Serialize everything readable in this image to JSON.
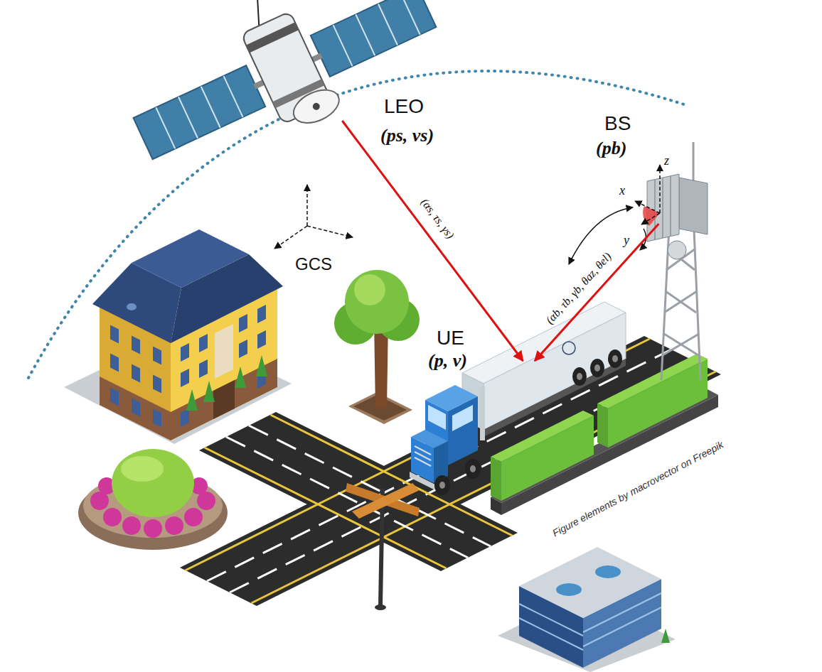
{
  "diagram": {
    "nodes": [
      {
        "text": [
          "LEO",
          "(ps, vs)"
        ]
      },
      {
        "text": [
          "BS",
          "(pb)"
        ]
      },
      {
        "text": [
          "UE",
          "(p, v)"
        ]
      }
    ],
    "edges": [
      {
        "from": 0,
        "to": 2,
        "arrow": "to",
        "label": "(αs, τs, γs)"
      },
      {
        "from": 1,
        "to": 2,
        "arrow": "to",
        "label": "(αb, τb, γb, θaz, θel)"
      }
    ],
    "labels": [
      "GCS",
      "z",
      "x",
      "y",
      "Figure elements by macrovector on Freepik"
    ]
  }
}
